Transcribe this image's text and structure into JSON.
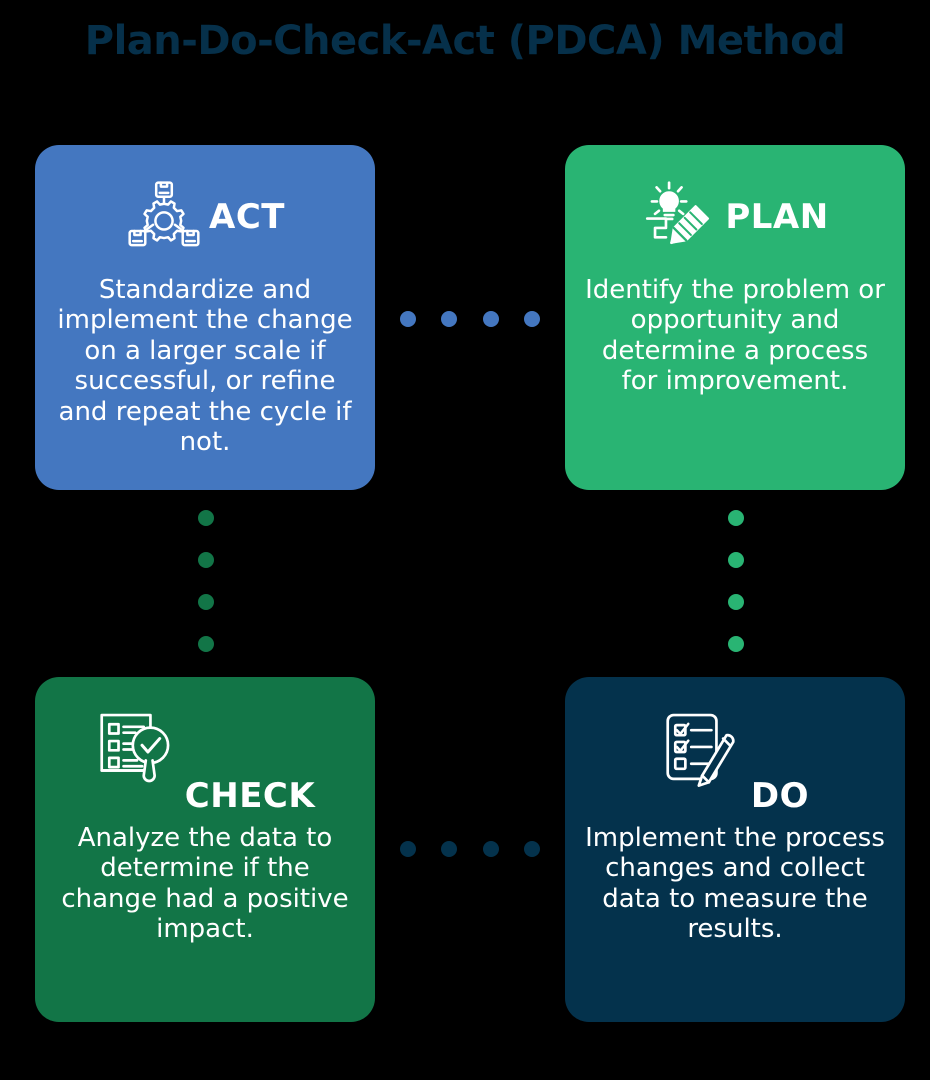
{
  "page": {
    "title": "Plan-Do-Check-Act (PDCA) Method",
    "background_color": "#000000",
    "title_color": "#06304A"
  },
  "cards": [
    {
      "key": "act",
      "label": "ACT",
      "body": "Standardize and implement the change on a larger scale if successful, or refine and repeat the cycle if not.",
      "color": "#4477C0",
      "icon": "gear-network-icon"
    },
    {
      "key": "plan",
      "label": "PLAN",
      "body": "Identify the problem or opportunity and determine a process for improvement.",
      "color": "#29B473",
      "icon": "lightbulb-pencil-icon"
    },
    {
      "key": "check",
      "label": "CHECK",
      "body": "Analyze the data to determine if the change had a positive impact.",
      "color": "#127547",
      "icon": "clipboard-magnifier-check-icon"
    },
    {
      "key": "do",
      "label": "DO",
      "body": "Implement the process changes and collect data to measure the results.",
      "color": "#04324C",
      "icon": "checklist-pencil-icon"
    }
  ],
  "connectors": [
    {
      "key": "top",
      "orientation": "horizontal",
      "dots": 4,
      "color": "#4477C0"
    },
    {
      "key": "right",
      "orientation": "vertical",
      "dots": 4,
      "color": "#29B473"
    },
    {
      "key": "bottom",
      "orientation": "horizontal",
      "dots": 4,
      "color": "#04324C"
    },
    {
      "key": "left",
      "orientation": "vertical",
      "dots": 4,
      "color": "#127547"
    }
  ]
}
